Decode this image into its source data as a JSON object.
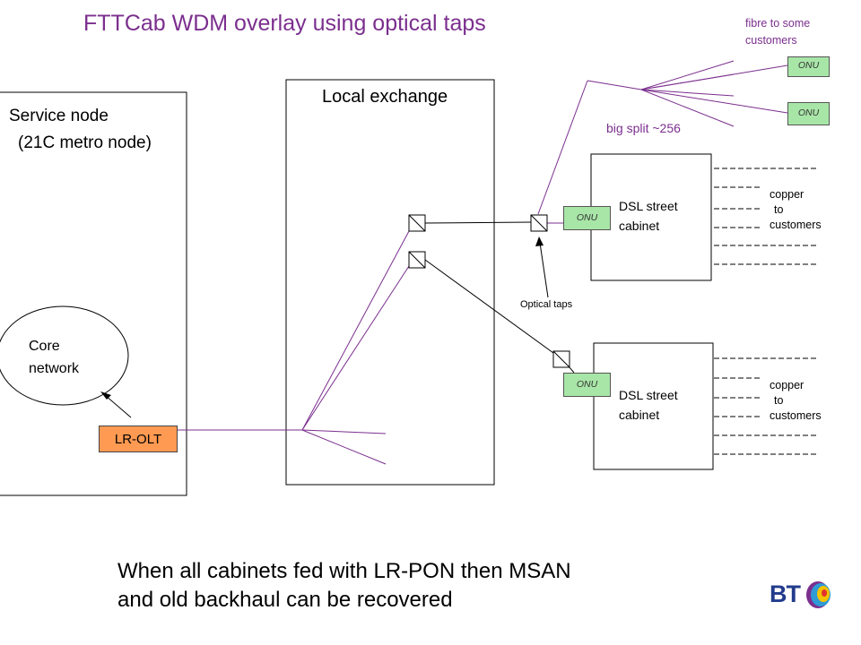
{
  "title": "FTTCab WDM overlay using optical taps",
  "fibre_note": [
    "fibre to some",
    "customers"
  ],
  "big_split": "big split ~256",
  "service_node": [
    "Service node",
    "(21C metro node)"
  ],
  "local_exchange": "Local exchange",
  "core_network": [
    "Core",
    "network"
  ],
  "lr_olt": "LR-OLT",
  "onu_label": "ONU",
  "cabinet_top": [
    "DSL street",
    "cabinet"
  ],
  "cabinet_bottom": [
    "DSL street",
    "cabinet"
  ],
  "copper_top": [
    "copper",
    "to",
    "customers"
  ],
  "copper_bottom": [
    "copper",
    "to",
    "customers"
  ],
  "optical_taps": "Optical taps",
  "bottom_text": [
    "When all cabinets fed with LR-PON then MSAN",
    "and old backhaul can be recovered"
  ],
  "logo": "BT",
  "colors": {
    "fibre": "#7b2f8e",
    "onu_fill": "#a8e6a8",
    "olt_fill": "#ff9a52",
    "title": "#7b2f8e",
    "logo_blue": "#223b8c"
  }
}
